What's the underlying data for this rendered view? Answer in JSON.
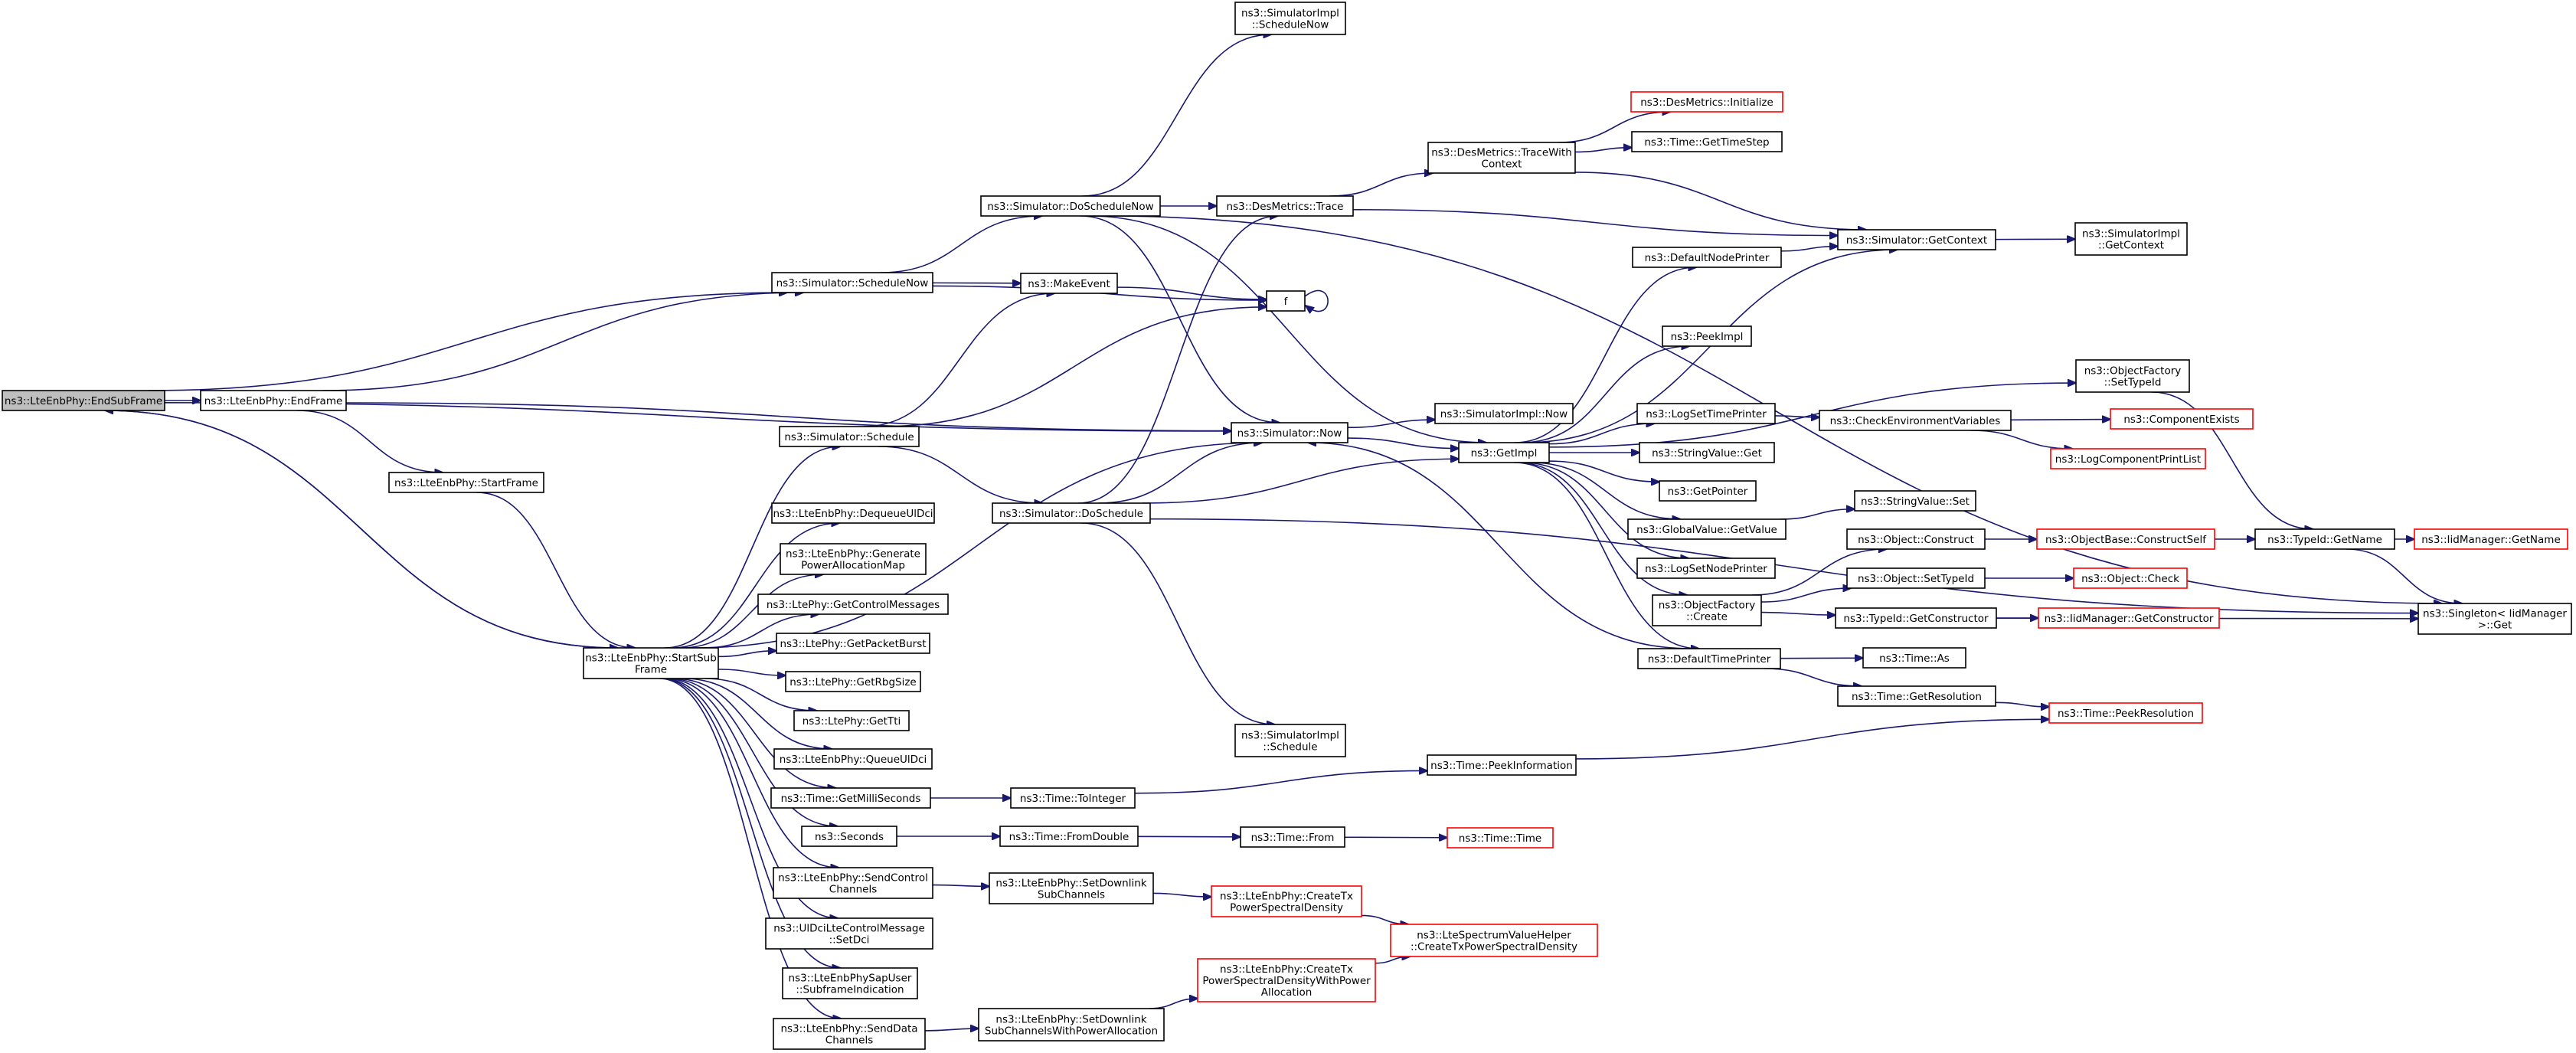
{
  "nodes": {
    "endSubFrame": {
      "lines": [
        "ns3::LteEnbPhy::EndSubFrame"
      ],
      "style": "root"
    },
    "endFrame": {
      "lines": [
        "ns3::LteEnbPhy::EndFrame"
      ]
    },
    "startFrame": {
      "lines": [
        "ns3::LteEnbPhy::StartFrame"
      ]
    },
    "startSubFrame": {
      "lines": [
        "ns3::LteEnbPhy::StartSub",
        "Frame"
      ]
    },
    "scheduleNowSim": {
      "lines": [
        "ns3::Simulator::ScheduleNow"
      ]
    },
    "schedule": {
      "lines": [
        "ns3::Simulator::Schedule"
      ]
    },
    "dequeueUlDci": {
      "lines": [
        "ns3::LteEnbPhy::DequeueUlDci"
      ]
    },
    "genPowerAlloc": {
      "lines": [
        "ns3::LteEnbPhy::Generate",
        "PowerAllocationMap"
      ]
    },
    "getControlMessages": {
      "lines": [
        "ns3::LtePhy::GetControlMessages"
      ]
    },
    "getPacketBurst": {
      "lines": [
        "ns3::LtePhy::GetPacketBurst"
      ]
    },
    "getRbgSize": {
      "lines": [
        "ns3::LtePhy::GetRbgSize"
      ]
    },
    "getTti": {
      "lines": [
        "ns3::LtePhy::GetTti"
      ]
    },
    "queueUlDci": {
      "lines": [
        "ns3::LteEnbPhy::QueueUlDci"
      ]
    },
    "getMilliSeconds": {
      "lines": [
        "ns3::Time::GetMilliSeconds"
      ]
    },
    "seconds": {
      "lines": [
        "ns3::Seconds"
      ]
    },
    "sendControlChannels": {
      "lines": [
        "ns3::LteEnbPhy::SendControl",
        "Channels"
      ]
    },
    "setDci": {
      "lines": [
        "ns3::UlDciLteControlMessage",
        "::SetDci"
      ]
    },
    "subframeIndication": {
      "lines": [
        "ns3::LteEnbPhySapUser",
        "::SubframeIndication"
      ]
    },
    "sendDataChannels": {
      "lines": [
        "ns3::LteEnbPhy::SendData",
        "Channels"
      ]
    },
    "doScheduleNow": {
      "lines": [
        "ns3::Simulator::DoScheduleNow"
      ]
    },
    "makeEvent": {
      "lines": [
        "ns3::MakeEvent"
      ]
    },
    "f": {
      "lines": [
        "f"
      ]
    },
    "doSchedule": {
      "lines": [
        "ns3::Simulator::DoSchedule"
      ]
    },
    "simNow": {
      "lines": [
        "ns3::Simulator::Now"
      ]
    },
    "implScheduleNow": {
      "lines": [
        "ns3::SimulatorImpl",
        "::ScheduleNow"
      ]
    },
    "desTrace": {
      "lines": [
        "ns3::DesMetrics::Trace"
      ]
    },
    "implSchedule": {
      "lines": [
        "ns3::SimulatorImpl",
        "::Schedule"
      ]
    },
    "toInteger": {
      "lines": [
        "ns3::Time::ToInteger"
      ]
    },
    "fromDouble": {
      "lines": [
        "ns3::Time::FromDouble"
      ]
    },
    "setDownlinkSubChannels": {
      "lines": [
        "ns3::LteEnbPhy::SetDownlink",
        "SubChannels"
      ]
    },
    "setDownlinkWithPower": {
      "lines": [
        "ns3::LteEnbPhy::SetDownlink",
        "SubChannelsWithPowerAllocation"
      ]
    },
    "traceWithContext": {
      "lines": [
        "ns3::DesMetrics::TraceWith",
        "Context"
      ]
    },
    "implNow": {
      "lines": [
        "ns3::SimulatorImpl::Now"
      ]
    },
    "getImpl": {
      "lines": [
        "ns3::GetImpl"
      ]
    },
    "peekInformation": {
      "lines": [
        "ns3::Time::PeekInformation"
      ]
    },
    "timeFrom": {
      "lines": [
        "ns3::Time::From"
      ]
    },
    "createTxPsd": {
      "lines": [
        "ns3::LteEnbPhy::CreateTx",
        "PowerSpectralDensity"
      ],
      "style": "red"
    },
    "createTxPsdWithPower": {
      "lines": [
        "ns3::LteEnbPhy::CreateTx",
        "PowerSpectralDensityWithPower",
        "Allocation"
      ],
      "style": "red"
    },
    "desInitialize": {
      "lines": [
        "ns3::DesMetrics::Initialize"
      ],
      "style": "red"
    },
    "getTimeStep": {
      "lines": [
        "ns3::Time::GetTimeStep"
      ]
    },
    "defaultNodePrinter": {
      "lines": [
        "ns3::DefaultNodePrinter"
      ]
    },
    "peekImpl": {
      "lines": [
        "ns3::PeekImpl"
      ]
    },
    "logSetTimePrinter": {
      "lines": [
        "ns3::LogSetTimePrinter"
      ]
    },
    "stringValueGet": {
      "lines": [
        "ns3::StringValue::Get"
      ]
    },
    "getPointer": {
      "lines": [
        "ns3::GetPointer"
      ]
    },
    "globalValueGetValue": {
      "lines": [
        "ns3::GlobalValue::GetValue"
      ]
    },
    "logSetNodePrinter": {
      "lines": [
        "ns3::LogSetNodePrinter"
      ]
    },
    "objectFactoryCreate": {
      "lines": [
        "ns3::ObjectFactory",
        "::Create"
      ]
    },
    "defaultTimePrinter": {
      "lines": [
        "ns3::DefaultTimePrinter"
      ]
    },
    "timeTime": {
      "lines": [
        "ns3::Time::Time"
      ],
      "style": "red"
    },
    "lteSpectrumCreateTxPsd": {
      "lines": [
        "ns3::LteSpectrumValueHelper",
        "::CreateTxPowerSpectralDensity"
      ],
      "style": "red"
    },
    "getContext": {
      "lines": [
        "ns3::Simulator::GetContext"
      ]
    },
    "checkEnv": {
      "lines": [
        "ns3::CheckEnvironmentVariables"
      ]
    },
    "stringValueSet": {
      "lines": [
        "ns3::StringValue::Set"
      ]
    },
    "objectConstruct": {
      "lines": [
        "ns3::Object::Construct"
      ]
    },
    "objectSetTypeId": {
      "lines": [
        "ns3::Object::SetTypeId"
      ]
    },
    "typeIdGetConstructor": {
      "lines": [
        "ns3::TypeId::GetConstructor"
      ]
    },
    "timeAs": {
      "lines": [
        "ns3::Time::As"
      ]
    },
    "getResolution": {
      "lines": [
        "ns3::Time::GetResolution"
      ]
    },
    "implGetContext": {
      "lines": [
        "ns3::SimulatorImpl",
        "::GetContext"
      ]
    },
    "objectFactorySetTypeId": {
      "lines": [
        "ns3::ObjectFactory",
        "::SetTypeId"
      ]
    },
    "componentExists": {
      "lines": [
        "ns3::ComponentExists"
      ],
      "style": "red"
    },
    "logComponentPrintList": {
      "lines": [
        "ns3::LogComponentPrintList"
      ],
      "style": "red"
    },
    "constructSelf": {
      "lines": [
        "ns3::ObjectBase::ConstructSelf"
      ],
      "style": "red"
    },
    "objectCheck": {
      "lines": [
        "ns3::Object::Check"
      ],
      "style": "red"
    },
    "iidGetConstructor": {
      "lines": [
        "ns3::IidManager::GetConstructor"
      ],
      "style": "red"
    },
    "peekResolution": {
      "lines": [
        "ns3::Time::PeekResolution"
      ],
      "style": "red"
    },
    "typeIdGetName": {
      "lines": [
        "ns3::TypeId::GetName"
      ]
    },
    "iidGetName": {
      "lines": [
        "ns3::IidManager::GetName"
      ],
      "style": "red"
    },
    "singletonGet": {
      "lines": [
        "ns3::Singleton< IidManager",
        " >::Get"
      ]
    }
  },
  "edges": [
    [
      "endSubFrame",
      "endFrame"
    ],
    [
      "endSubFrame",
      "scheduleNowSim"
    ],
    [
      "endSubFrame",
      "simNow"
    ],
    [
      "endSubFrame",
      "startSubFrame"
    ],
    [
      "endFrame",
      "scheduleNowSim"
    ],
    [
      "endFrame",
      "startFrame"
    ],
    [
      "endFrame",
      "simNow"
    ],
    [
      "startFrame",
      "startSubFrame"
    ],
    [
      "startSubFrame",
      "endSubFrame"
    ],
    [
      "startSubFrame",
      "schedule"
    ],
    [
      "startSubFrame",
      "simNow"
    ],
    [
      "startSubFrame",
      "dequeueUlDci"
    ],
    [
      "startSubFrame",
      "genPowerAlloc"
    ],
    [
      "startSubFrame",
      "getControlMessages"
    ],
    [
      "startSubFrame",
      "getPacketBurst"
    ],
    [
      "startSubFrame",
      "getRbgSize"
    ],
    [
      "startSubFrame",
      "getTti"
    ],
    [
      "startSubFrame",
      "queueUlDci"
    ],
    [
      "startSubFrame",
      "getMilliSeconds"
    ],
    [
      "startSubFrame",
      "seconds"
    ],
    [
      "startSubFrame",
      "sendControlChannels"
    ],
    [
      "startSubFrame",
      "setDci"
    ],
    [
      "startSubFrame",
      "subframeIndication"
    ],
    [
      "startSubFrame",
      "sendDataChannels"
    ],
    [
      "scheduleNowSim",
      "doScheduleNow"
    ],
    [
      "scheduleNowSim",
      "makeEvent"
    ],
    [
      "scheduleNowSim",
      "f"
    ],
    [
      "schedule",
      "makeEvent"
    ],
    [
      "schedule",
      "f"
    ],
    [
      "schedule",
      "doSchedule"
    ],
    [
      "makeEvent",
      "f"
    ],
    [
      "f",
      "f"
    ],
    [
      "doScheduleNow",
      "implScheduleNow"
    ],
    [
      "doScheduleNow",
      "desTrace"
    ],
    [
      "doScheduleNow",
      "simNow"
    ],
    [
      "doScheduleNow",
      "getImpl"
    ],
    [
      "doScheduleNow",
      "singletonGet"
    ],
    [
      "doSchedule",
      "desTrace"
    ],
    [
      "doSchedule",
      "simNow"
    ],
    [
      "doSchedule",
      "getImpl"
    ],
    [
      "doSchedule",
      "implSchedule"
    ],
    [
      "doSchedule",
      "singletonGet"
    ],
    [
      "simNow",
      "implNow"
    ],
    [
      "simNow",
      "getImpl"
    ],
    [
      "desTrace",
      "traceWithContext"
    ],
    [
      "desTrace",
      "getContext"
    ],
    [
      "traceWithContext",
      "desInitialize"
    ],
    [
      "traceWithContext",
      "getTimeStep"
    ],
    [
      "traceWithContext",
      "getContext"
    ],
    [
      "getImpl",
      "defaultNodePrinter"
    ],
    [
      "getImpl",
      "getContext"
    ],
    [
      "getImpl",
      "peekImpl"
    ],
    [
      "getImpl",
      "objectFactorySetTypeId"
    ],
    [
      "getImpl",
      "logSetTimePrinter"
    ],
    [
      "getImpl",
      "stringValueGet"
    ],
    [
      "getImpl",
      "getPointer"
    ],
    [
      "getImpl",
      "globalValueGetValue"
    ],
    [
      "getImpl",
      "logSetNodePrinter"
    ],
    [
      "getImpl",
      "objectFactoryCreate"
    ],
    [
      "getImpl",
      "defaultTimePrinter"
    ],
    [
      "defaultNodePrinter",
      "getContext"
    ],
    [
      "defaultTimePrinter",
      "simNow"
    ],
    [
      "defaultTimePrinter",
      "timeAs"
    ],
    [
      "defaultTimePrinter",
      "getResolution"
    ],
    [
      "getContext",
      "implGetContext"
    ],
    [
      "logSetTimePrinter",
      "checkEnv"
    ],
    [
      "checkEnv",
      "componentExists"
    ],
    [
      "checkEnv",
      "logComponentPrintList"
    ],
    [
      "globalValueGetValue",
      "stringValueSet"
    ],
    [
      "objectFactoryCreate",
      "objectConstruct"
    ],
    [
      "objectFactoryCreate",
      "objectSetTypeId"
    ],
    [
      "objectFactoryCreate",
      "typeIdGetConstructor"
    ],
    [
      "objectConstruct",
      "constructSelf"
    ],
    [
      "constructSelf",
      "typeIdGetName"
    ],
    [
      "objectSetTypeId",
      "objectCheck"
    ],
    [
      "typeIdGetConstructor",
      "iidGetConstructor"
    ],
    [
      "typeIdGetConstructor",
      "singletonGet"
    ],
    [
      "objectFactorySetTypeId",
      "typeIdGetName"
    ],
    [
      "typeIdGetName",
      "iidGetName"
    ],
    [
      "typeIdGetName",
      "singletonGet"
    ],
    [
      "getResolution",
      "peekResolution"
    ],
    [
      "getMilliSeconds",
      "toInteger"
    ],
    [
      "toInteger",
      "peekInformation"
    ],
    [
      "peekInformation",
      "peekResolution"
    ],
    [
      "seconds",
      "fromDouble"
    ],
    [
      "fromDouble",
      "timeFrom"
    ],
    [
      "timeFrom",
      "timeTime"
    ],
    [
      "sendControlChannels",
      "setDownlinkSubChannels"
    ],
    [
      "setDownlinkSubChannels",
      "createTxPsd"
    ],
    [
      "createTxPsd",
      "lteSpectrumCreateTxPsd"
    ],
    [
      "sendDataChannels",
      "setDownlinkWithPower"
    ],
    [
      "setDownlinkWithPower",
      "createTxPsdWithPower"
    ],
    [
      "createTxPsdWithPower",
      "lteSpectrumCreateTxPsd"
    ]
  ],
  "colors": {
    "edge": "#191970",
    "node_border": "#000000",
    "external_border": "#ff0000",
    "root_fill": "#bfbfbf"
  }
}
